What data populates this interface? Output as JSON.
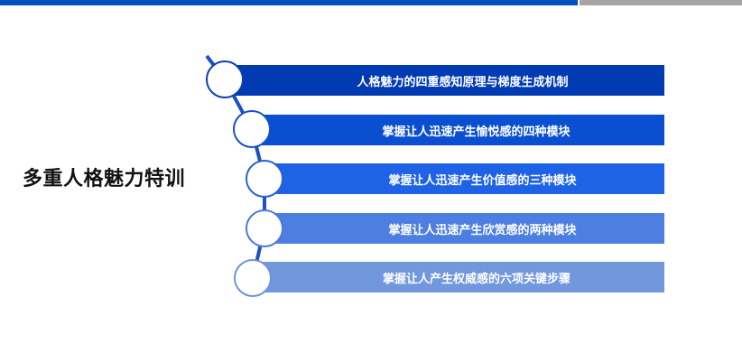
{
  "header": {
    "accent_color": "#0050c0",
    "secondary_color": "#a6a6a6"
  },
  "title": "多重人格魅力特训",
  "items": [
    {
      "label": "人格魅力的四重感知原理与梯度生成机制",
      "color": "#003bb3"
    },
    {
      "label": "掌握让人迅速产生愉悦感的四种模块",
      "color": "#0a4fd1"
    },
    {
      "label": "掌握让人迅速产生价值感的三种模块",
      "color": "#1e62e6"
    },
    {
      "label": "掌握让人迅速产生欣赏感的两种模块",
      "color": "#4c7fe0"
    },
    {
      "label": "掌握让人产生权威感的六项关键步骤",
      "color": "#7197dd"
    }
  ]
}
